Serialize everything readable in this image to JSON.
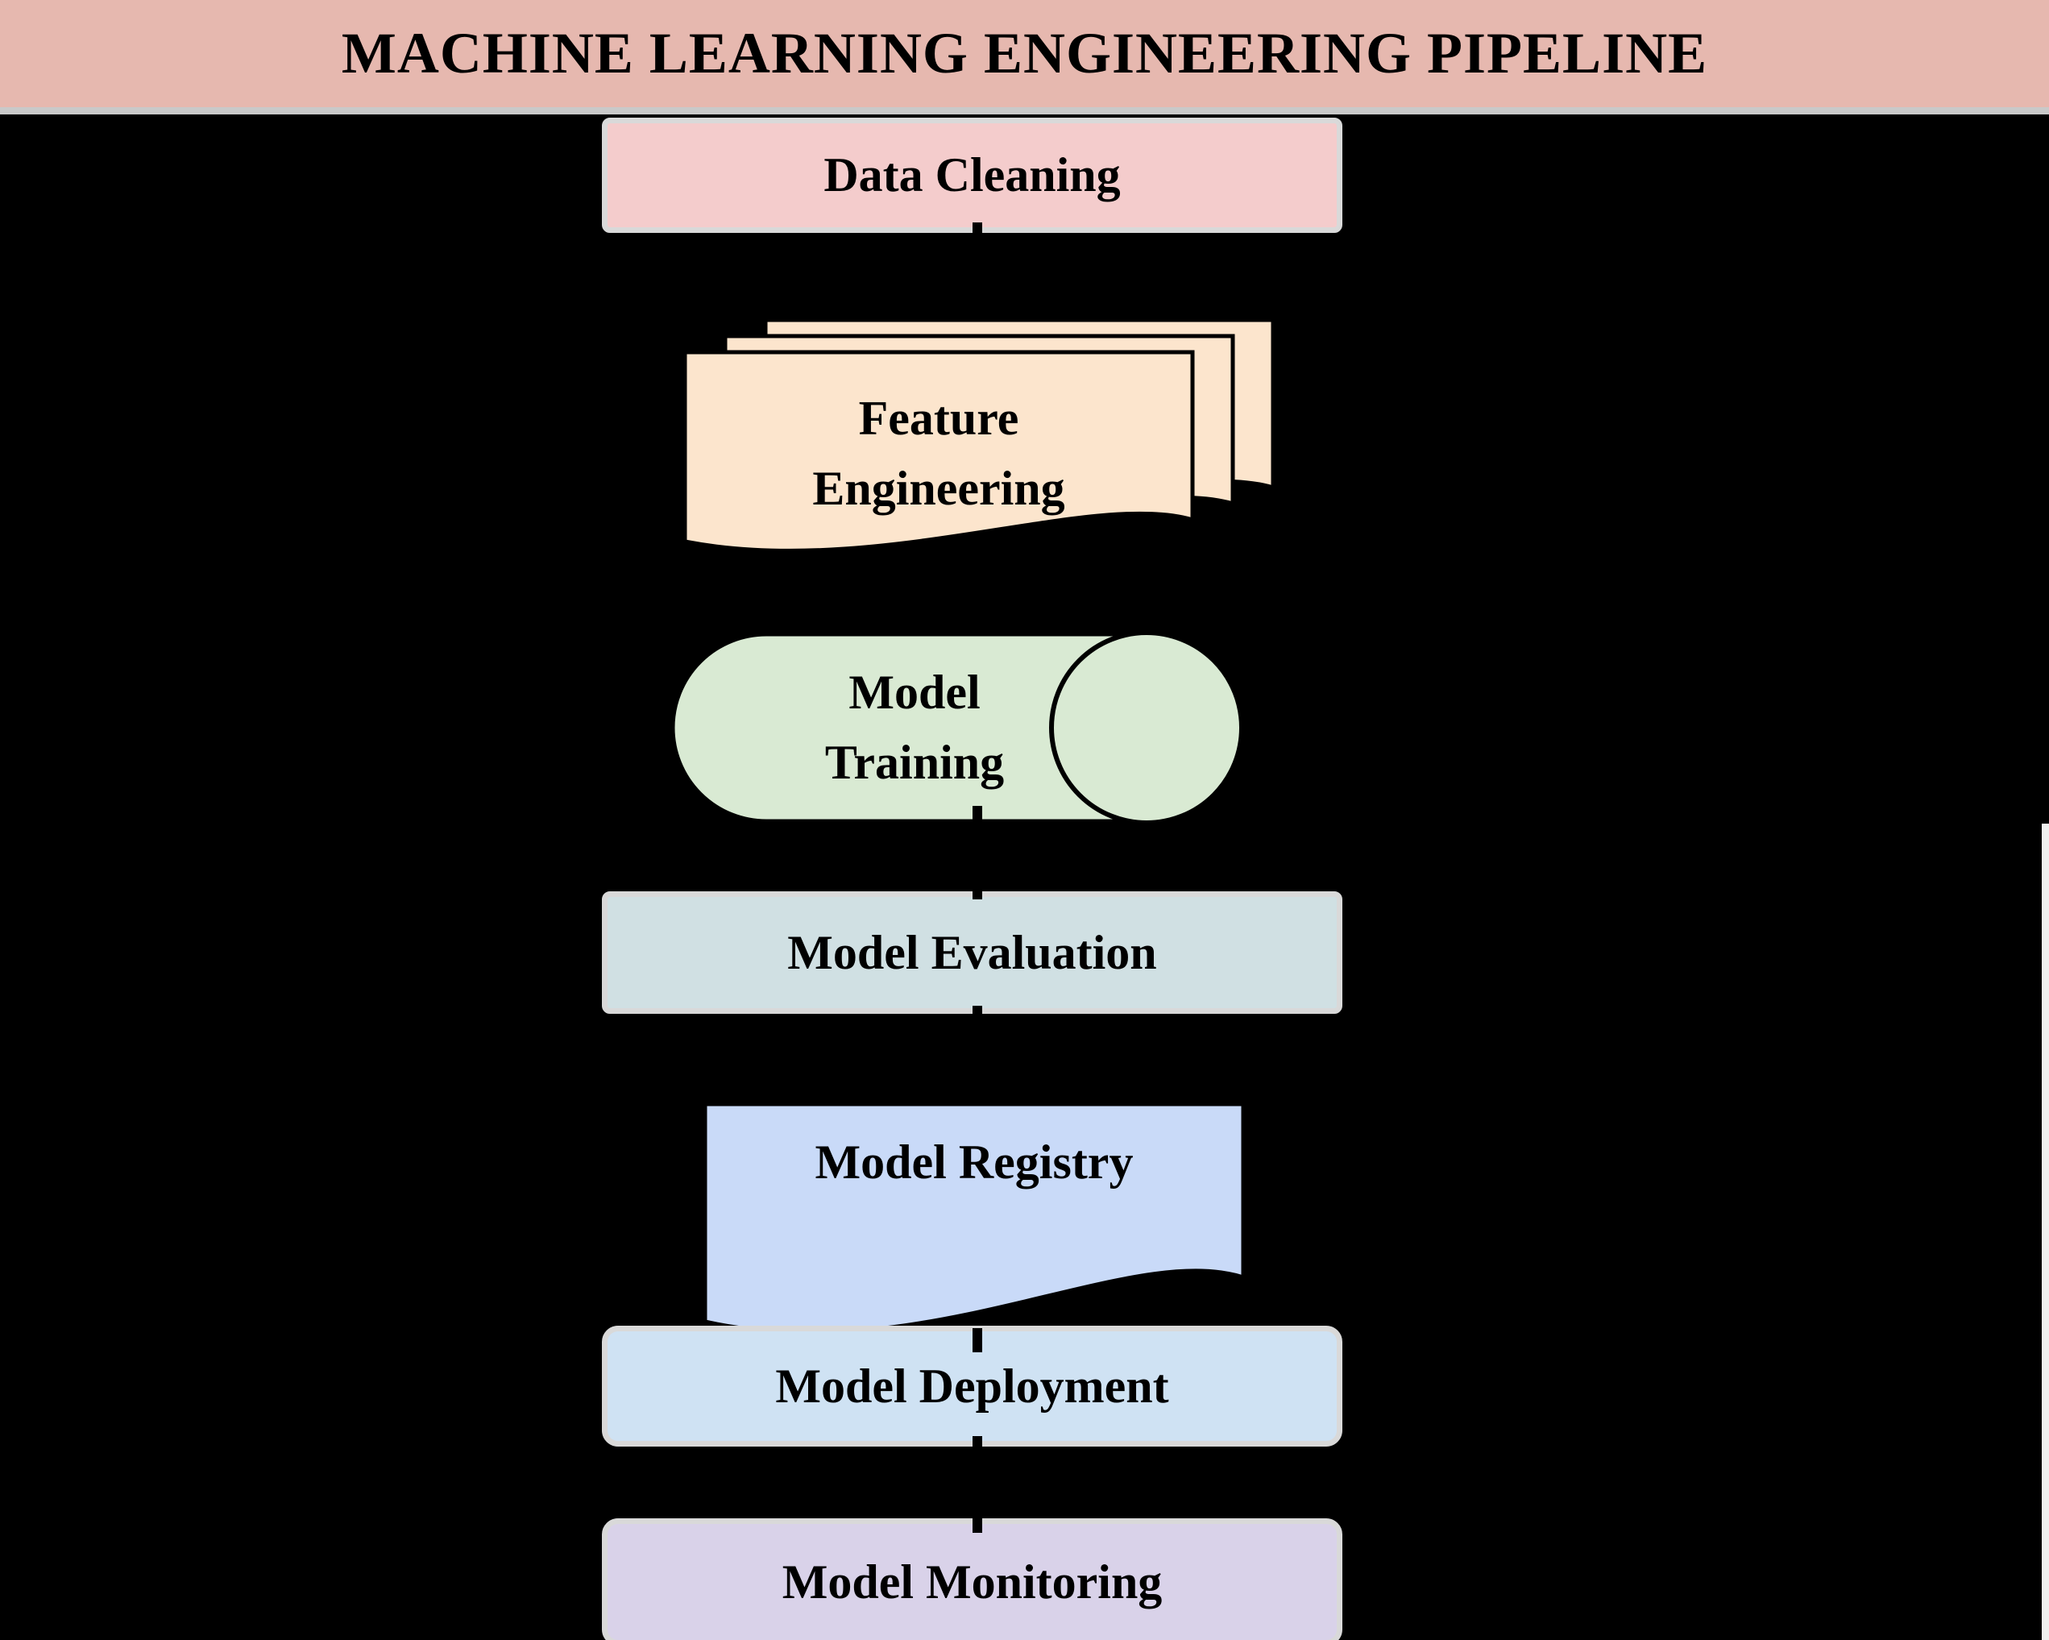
{
  "title": {
    "text": "MACHINE LEARNING ENGINEERING PIPELINE",
    "bg": "#e6b8af"
  },
  "colors": {
    "background": "#000000",
    "divider": "#c9c9c9",
    "box_border": "#d9d9d9",
    "outline": "#000000",
    "text": "#000000",
    "connector": "#000000",
    "right_edge_strip": "#f0f0f0"
  },
  "nodes": [
    {
      "id": "data-cleaning",
      "label": "Data Cleaning",
      "shape": "rectangle",
      "fill": "#f4cccc"
    },
    {
      "id": "feature-engineering",
      "label": "Feature\nEngineering",
      "shape": "multi-document",
      "fill": "#fce5cd"
    },
    {
      "id": "model-training",
      "label": "Model\nTraining",
      "shape": "direct-data-cylinder",
      "fill": "#d9ead3"
    },
    {
      "id": "model-evaluation",
      "label": "Model Evaluation",
      "shape": "rectangle",
      "fill": "#d0e0e3"
    },
    {
      "id": "model-registry",
      "label": "Model Registry",
      "shape": "document",
      "fill": "#c9daf8"
    },
    {
      "id": "model-deployment",
      "label": "Model Deployment",
      "shape": "rounded-rectangle",
      "fill": "#cfe2f3"
    },
    {
      "id": "model-monitoring",
      "label": "Model Monitoring",
      "shape": "rounded-rectangle",
      "fill": "#d9d2e9"
    }
  ]
}
